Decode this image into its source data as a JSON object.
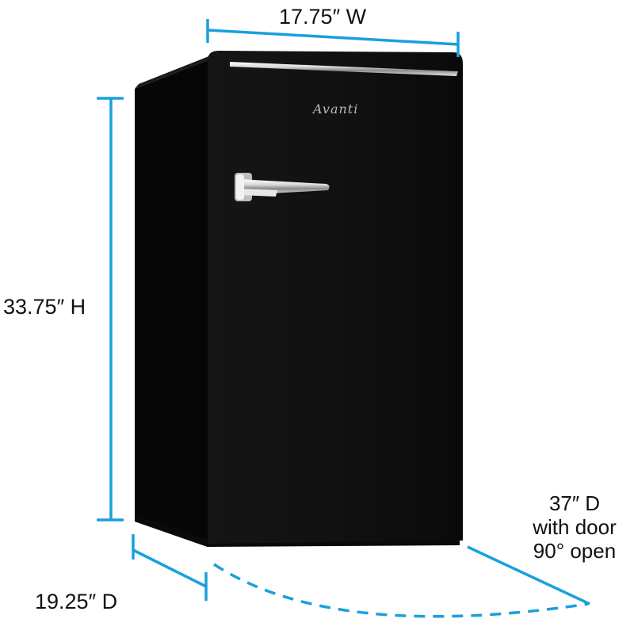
{
  "brand": "Avanti",
  "dimensions": {
    "width": "17.75″ W",
    "height": "33.75″ H",
    "depth": "19.25″ D",
    "open_depth_lines": [
      "37″ D",
      "with door",
      "90° open"
    ]
  },
  "colors": {
    "dimension_line": "#1aa0dd",
    "appliance_body": "#0d0d0d",
    "appliance_side": "#050505",
    "handle": "#cfcfcf",
    "label_text": "#111111",
    "background": "#ffffff"
  },
  "icons": {
    "handle": "chrome-door-handle-icon"
  }
}
